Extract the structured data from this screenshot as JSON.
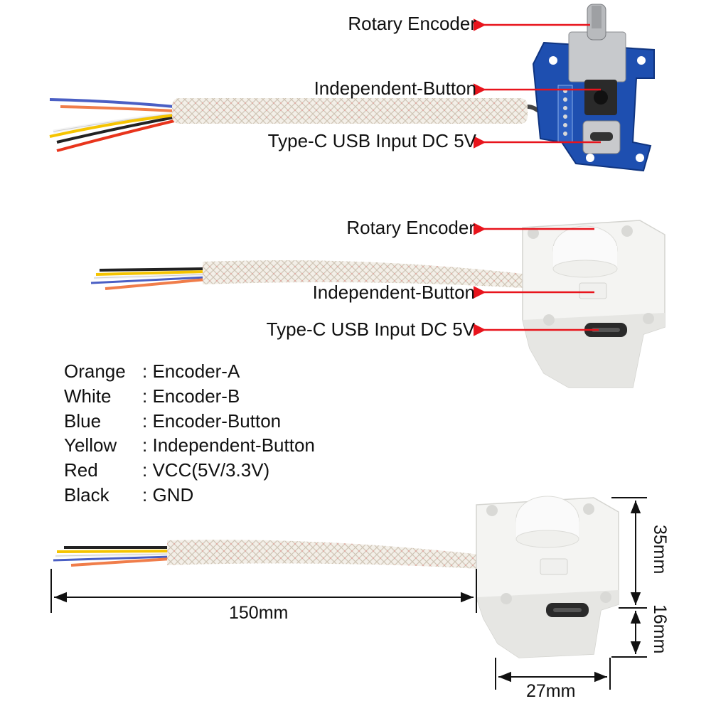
{
  "module1": {
    "labels": [
      "Rotary Encoder",
      "Independent-Button",
      "Type-C USB Input DC 5V"
    ],
    "wires": [
      "#4a5fc4",
      "#f07d4a",
      "#f4f4f4",
      "#222222",
      "#f5c400",
      "#e8341c"
    ],
    "pcb_color": "#1e4fb0"
  },
  "module2": {
    "labels": [
      "Rotary Encoder",
      "Independent-Button",
      "Type-C USB Input DC 5V"
    ]
  },
  "legend": [
    {
      "color": "Orange",
      "sep": ":",
      "function": "Encoder-A"
    },
    {
      "color": "White",
      "sep": ":",
      "function": "Encoder-B"
    },
    {
      "color": "Blue",
      "sep": ":",
      "function": "Encoder-Button"
    },
    {
      "color": "Yellow",
      "sep": ":",
      "function": "Independent-Button"
    },
    {
      "color": "Red",
      "sep": ":",
      "function": "VCC(5V/3.3V)"
    },
    {
      "color": "Black",
      "sep": ":",
      "function": "GND"
    }
  ],
  "dimensions": {
    "cable_length": "150mm",
    "height_top": "35mm",
    "height_bottom": "16mm",
    "width": "27mm"
  },
  "colors": {
    "arrow": "#e8141c",
    "housing": "#f4f4f2"
  }
}
